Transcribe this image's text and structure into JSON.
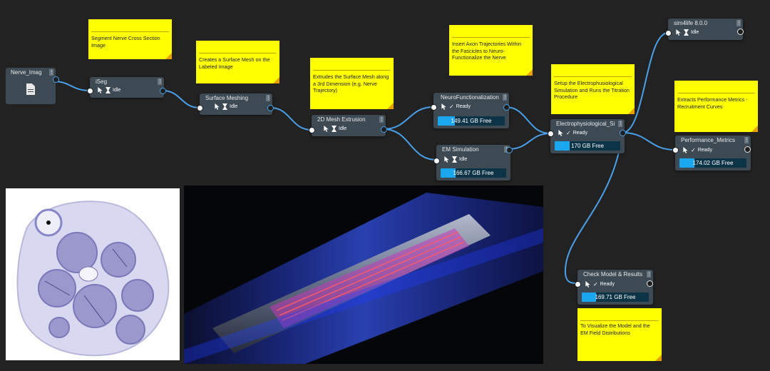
{
  "colors": {
    "background": "#222222",
    "node": "#3d4a54",
    "note": "#ffff00",
    "wire": "#4aa0e8",
    "bar_fill": "#1aa7f0"
  },
  "nodes": {
    "nerve_image": {
      "title": "Nerve_Imag",
      "icon": "document-icon"
    },
    "iseg": {
      "title": "iSeg",
      "status": "Idle"
    },
    "surface_meshing": {
      "title": "Surface Meshing",
      "status": "Idle"
    },
    "mesh_extrusion": {
      "title": "2D Mesh Extrusion",
      "status": "Idle"
    },
    "neuro_functionalization": {
      "title": "NeuroFunctionalization",
      "status": "Ready",
      "storage": "149.41 GB Free",
      "storage_fill": 0.26
    },
    "em_simulation": {
      "title": "EM Simulation",
      "status": "Idle",
      "storage": "166.67 GB Free",
      "storage_fill": 0.23
    },
    "electrophysiological": {
      "title": "Electrophysiological_Si",
      "status": "Ready",
      "storage": "170 GB Free",
      "storage_fill": 0.23
    },
    "sim4life": {
      "title": "sim4life 8.0.0",
      "status": "Idle"
    },
    "performance_metrics": {
      "title": "Performance_Metrics",
      "status": "Ready",
      "storage": "174.02 GB Free",
      "storage_fill": 0.22
    },
    "check_model": {
      "title": "Check Model & Results",
      "status": "Ready",
      "storage": "169.71 GB Free",
      "storage_fill": 0.21
    }
  },
  "notes": {
    "segment": "Segment Nerve Cross Section Image",
    "surface": "Creates a Surface Mesh on the Labeled Image",
    "extrude": "Extrudes the Surface Mesh along a 3rd Dimension (e.g. Nerve Trajectory)",
    "axon": "Insert Axon Trajectories Within the Fascicles to Neuro-Functionalize the Nerve",
    "electro": "Setup the Electrophusiological Simulation and Runs the Titration Procedure",
    "metrics": "Extracts Performance Metrics - Recruitment Curves",
    "visualize": "To Visualize the Model and the EM Field Distributions"
  }
}
